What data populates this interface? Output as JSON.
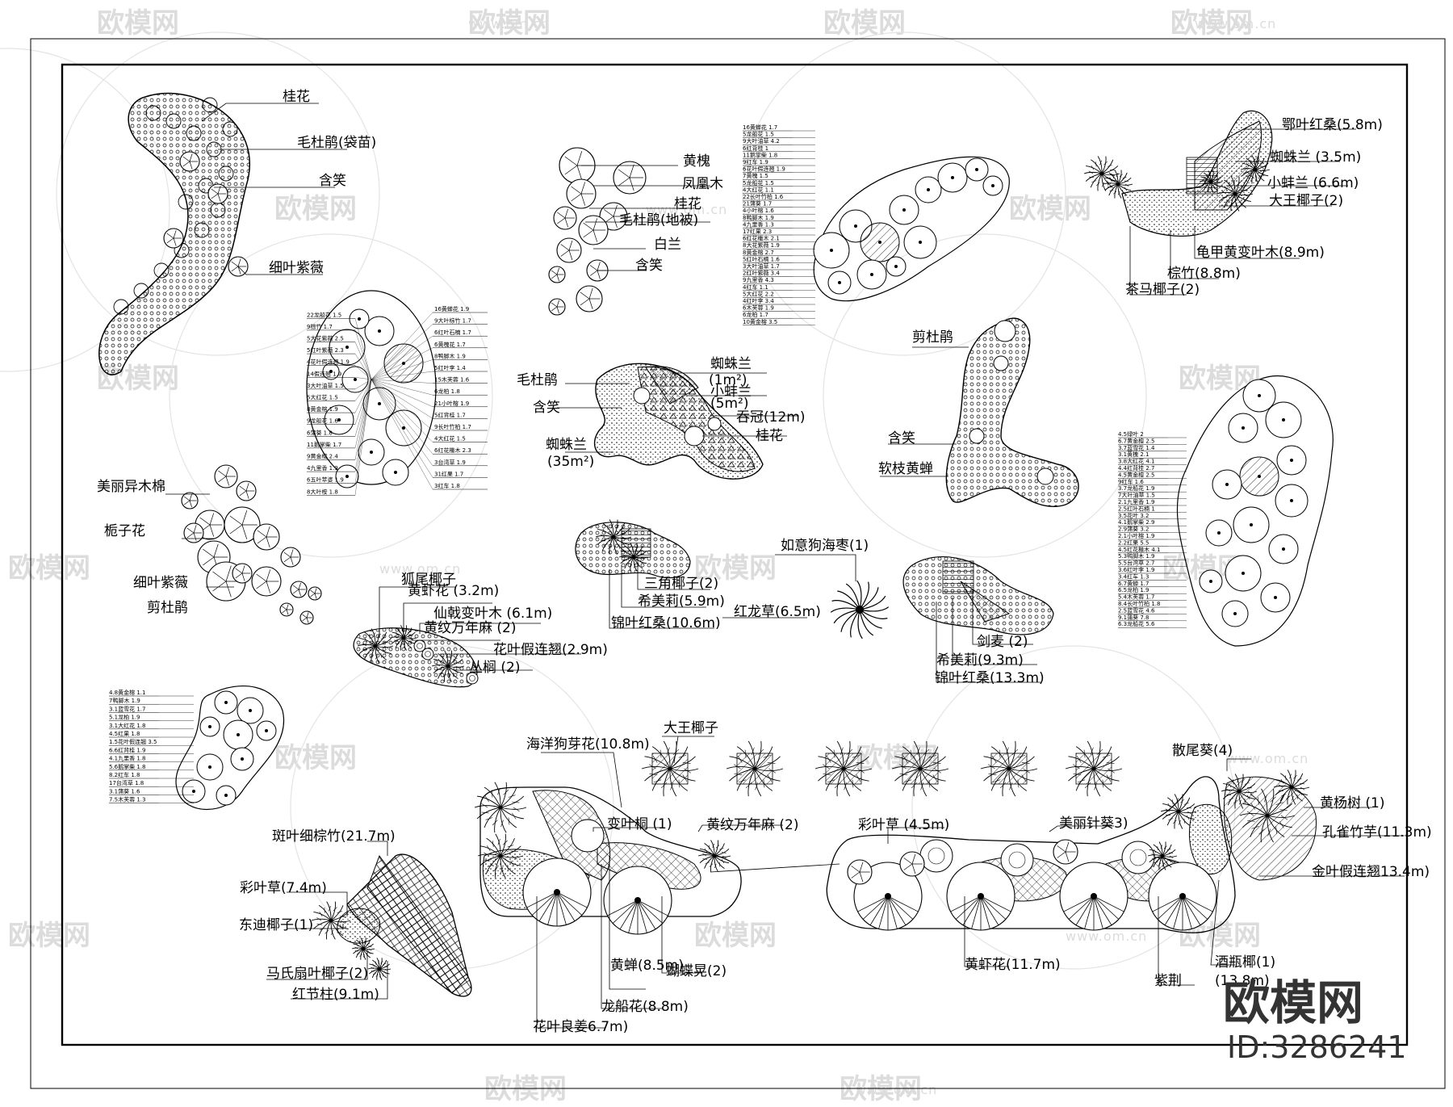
{
  "watermark": {
    "brand": "欧模网",
    "url": "www.om.cn"
  },
  "brand": {
    "name": "欧模网",
    "id": "ID:3286241"
  },
  "groups": {
    "crescent": {
      "labels": [
        "桂花",
        "毛杜鹃(袋苗)",
        "含笑",
        "细叶紫薇"
      ]
    },
    "cluster1": {
      "labels": [
        "黄槐",
        "凤凰木",
        "桂花",
        "毛杜鹃(地被)",
        "白兰",
        "含笑"
      ]
    },
    "lily": {
      "labels": [
        "蜘蛛兰",
        "(1m²)",
        "小蚌兰",
        "(5m²)",
        "吞冠(12m)",
        "桂花",
        "毛杜鹃",
        "含笑",
        "蜘蛛兰",
        "(35m²)"
      ]
    },
    "scurve": {
      "labels": [
        "剪杜鹃",
        "含笑",
        "软枝黄蝉"
      ]
    },
    "topright": {
      "labels": [
        "鄂叶红桑(5.8m)",
        "蜘蛛兰 (3.5m)",
        "小蚌兰 (6.6m)",
        "大王椰子(2)",
        "龟甲黄变叶木(8.9m)",
        "棕竹(8.8m)",
        "茶马椰子(2)"
      ]
    },
    "leftcluster": {
      "labels": [
        "美丽异木棉",
        "栀子花",
        "细叶紫薇",
        "剪杜鹃"
      ]
    },
    "palmbed": {
      "labels": [
        "三角椰子(2)",
        "希美莉(5.9m)",
        "锦叶红桑(10.6m)"
      ]
    },
    "pinwheel": {
      "labels": [
        "如意狗海枣(1)",
        "红龙草(6.5m)"
      ]
    },
    "foxtail": {
      "labels": [
        "狐尾椰子",
        "黄虾花 (3.2m)",
        "仙戟变叶木 (6.1m)",
        "黄纹万年麻 (2)",
        "花叶假连翘(2.9m)",
        "丛榈 (2)"
      ]
    },
    "bed2": {
      "labels": [
        "剑麦 (2)",
        "希美莉(9.3m)",
        "锦叶红桑(13.3m)"
      ]
    },
    "bamboo": {
      "labels": [
        "斑叶细棕竹(21.7m)",
        "彩叶草(7.4m)",
        "东迪椰子(1)",
        "马氏扇叶椰子(2)",
        "红节柱(9.1m)"
      ]
    },
    "bottom": {
      "labels": [
        "大王椰子",
        "海洋狗芽花(10.8m)",
        "变叶桐 (1)",
        "黄纹万年麻 (2)",
        "黄蝉(8.5m)",
        "龙船花(8.8m)",
        "蝴蝶晃(2)",
        "花叶良姜6.7m)",
        "彩叶草 (4.5m)",
        "美丽针葵3)",
        "黄虾花(11.7m)",
        "紫荆",
        "酒瓶椰(1)",
        "(13.8m)",
        "散尾葵(4)",
        "黄杨树 (1)",
        "孔雀竹芋(11.3m)",
        "金叶假连翘13.4m)"
      ]
    },
    "schedA": {
      "labels": [
        "16黄蝉花 1.9",
        "22龙船花 1.5",
        "9大叶棕竹 1.7",
        "9棕竹 1.7",
        "6红叶石楠 1.7",
        "5大花紫薇 2.5",
        "6黄槐花 1.7",
        "5红叶紫薇 2.3",
        "8鸭脚木 1.9",
        "4花叶假连翘 1.9",
        "5红叶李 1.4",
        "14假连翘 1.9",
        "15木芙蓉 1.6",
        "3大叶油草 1.5",
        "6龙柏 1.8",
        "5大红花 1.5",
        "21小叶榕 1.9",
        "8黄金榕 1.9",
        "5红背桂 1.7",
        "9龙船花 1.6",
        "9长叶竹柏 1.7",
        "6蒲葵 1.8",
        "4大红花 1.5",
        "11鹅掌柴 1.7",
        "6红花檵木 2.3",
        "9黄金榕 2.4",
        "3台湾草 1.9",
        "4九里香 1.9",
        "31红果 1.7",
        "6五叶苹婆 1.9",
        "3红车 1.8",
        "8大叶桉 1.8"
      ]
    },
    "schedB": {
      "labels": [
        "16黄蝉花 1.7",
        "5龙船花 1.5",
        "9大叶油草 4.2",
        "6红背桂 1",
        "11鹅掌柴 1.8",
        "9红车 1.9",
        "6花叶假连翘 1.9",
        "7黄槐 1.5",
        "5龙船花 1.5",
        "4大红花 1.1",
        "22长叶竹柏 1.6",
        "21蒲葵 1.7",
        "4小叶榕 1.6",
        "8鸭脚木 1.9",
        "4九里香 1.3",
        "17红果 2.3",
        "6红花檵木 2.1",
        "8大花紫薇 1.9",
        "8黄金榕 2.7",
        "5红叶石楠 1.6",
        "3大叶油草 1.7",
        "2红叶紫薇 3.4",
        "9九里香 4.3",
        "4红车 1.1",
        "5大红花 2.2",
        "4红叶李 3.4",
        "6木芙蓉 1.9",
        "6龙柏 1.7",
        "10黄金榕 3.5"
      ]
    },
    "schedC": {
      "labels": [
        "4.5绿叶 2",
        "6.7黄金榕 2.5",
        "3.7蓝雪花 1.4",
        "3.1黄槐 2.1",
        "3.8大红花 4.1",
        "4.4红背桂 2.7",
        "4.5黄金榕 2.5",
        "9红车 1.6",
        "3.7龙船花 1.9",
        "7大叶油草 1.5",
        "2.1九里香 1.9",
        "2.5红叶石楠 1",
        "3.5花叶 3.2",
        "4.1鹅掌柴 2.9",
        "2.9蒲葵 3.2",
        "2.1小叶榕 1.9",
        "2.2红果 5.5",
        "4.5红花檵木 4.1",
        "5.3鸭脚木 1.9",
        "5.5台湾草 2.7",
        "3.6红叶李 1.9",
        "3.4红车 1.3",
        "6.7黄蝉 1.7",
        "6.5龙柏 1.9",
        "5.4木芙蓉 1.7",
        "8.4长叶竹柏 1.8",
        "2.5蓝雪花 4.6",
        "9.1蒲葵 7.8",
        "6.3龙船花 5.6"
      ]
    },
    "schedD": {
      "labels": [
        "4.8黄金榕 1.1",
        "7鸭脚木 1.9",
        "3.1蓝雪花 1.7",
        "5.1龙柏 1.9",
        "3.1大红花 1.8",
        "4.5红果 1.8",
        "1.5花叶假连翘 3.5",
        "6.6红背桂 1.9",
        "4.1九里香 1.8",
        "5.6鹅掌柴 1.8",
        "8.2红车 1.8",
        "17台湾草 1.8",
        "3.1蒲葵 1.6",
        "7.5木芙蓉 1.3"
      ]
    }
  }
}
